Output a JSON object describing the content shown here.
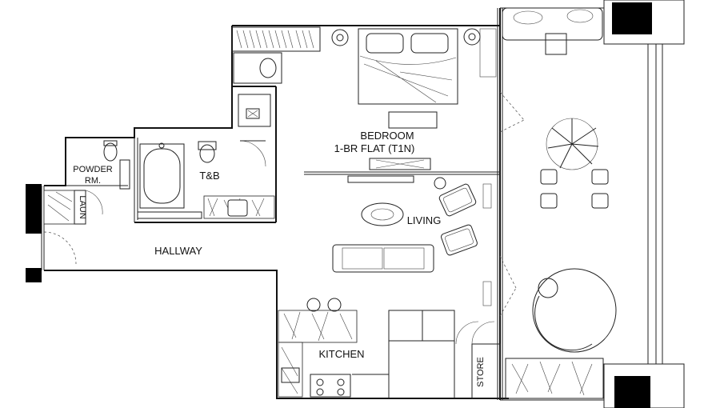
{
  "labels": {
    "bedroom": "BEDROOM",
    "flat_type": "1-BR FLAT (T1N)",
    "living": "LIVING",
    "hallway": "HALLWAY",
    "tb": "T&B",
    "powder_1": "POWDER",
    "powder_2": "RM.",
    "laun": "LAUN",
    "kitchen": "KITCHEN",
    "store": "STORE"
  }
}
